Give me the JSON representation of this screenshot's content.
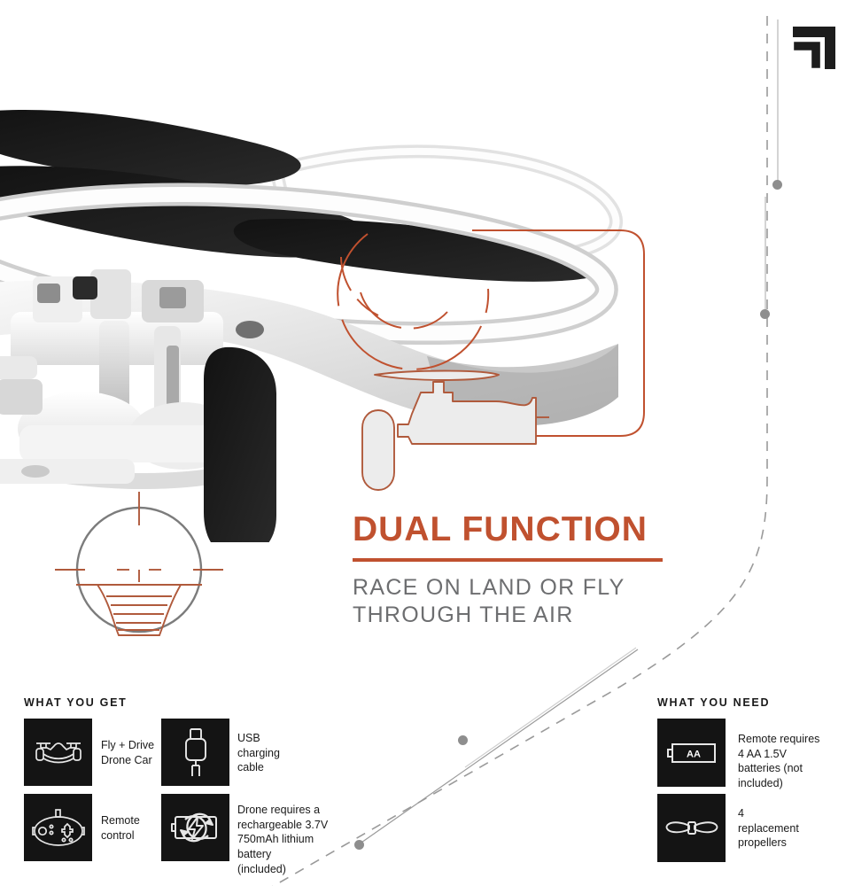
{
  "headline": {
    "title": "DUAL FUNCTION",
    "subtitle": "RACE ON LAND OR FLY\nTHROUGH THE AIR"
  },
  "colors": {
    "accent_orange": "#c0512f",
    "subtitle_gray": "#6d6e70",
    "tile_black": "#141414",
    "guide_gray": "#8e8e8e"
  },
  "logo": {
    "name": "corner-chevron-logo"
  },
  "hero": {
    "product_photo_alt": "white quadcopter drone car with black propellers",
    "horizon_icon": "attitude-indicator-icon",
    "vehicle_icon": "helicopter-side-profile-icon"
  },
  "what_you_get": {
    "heading": "WHAT YOU GET",
    "items": [
      {
        "icon": "drone-car-icon",
        "label": "Fly + Drive\nDrone Car"
      },
      {
        "icon": "usb-cable-icon",
        "label": "USB\ncharging\ncable"
      },
      {
        "icon": "remote-control-icon",
        "label": "Remote\ncontrol"
      },
      {
        "icon": "rechargeable-battery-icon",
        "label": "Drone requires a\nrechargeable 3.7V\n750mAh lithium battery\n(included)"
      }
    ]
  },
  "what_you_need": {
    "heading": "WHAT YOU NEED",
    "items": [
      {
        "icon": "aa-battery-icon",
        "badge": "AA",
        "label": "Remote requires\n4 AA 1.5V\nbatteries (not included)"
      },
      {
        "icon": "propeller-icon",
        "badge": "",
        "label": "4\nreplacement\npropellers"
      }
    ]
  }
}
